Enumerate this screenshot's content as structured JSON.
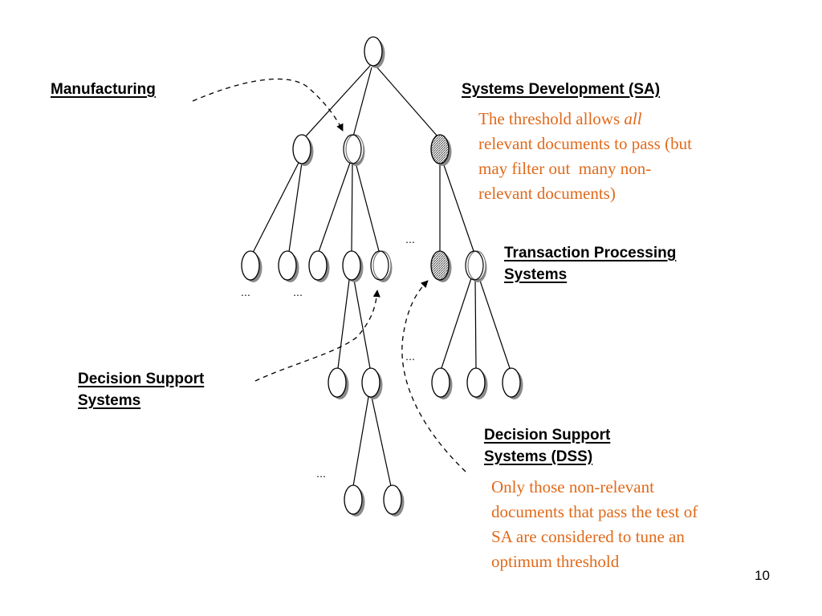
{
  "labels": {
    "manufacturing": "Manufacturing",
    "systems_development": "Systems Development (SA)",
    "transaction_processing_line1": "Transaction Processing",
    "transaction_processing_line2": "Systems",
    "decision_support_line1": "Decision Support",
    "decision_support_line2": "Systems",
    "dss_line1": "Decision Support",
    "dss_line2": "Systems (DSS)"
  },
  "notes": {
    "threshold_prefix": "The threshold allows ",
    "threshold_emphasis": "all",
    "threshold_line2": "relevant documents to pass (but",
    "threshold_line3": "may filter out  many non-",
    "threshold_line4": "relevant documents)",
    "tune_line1": "Only those non-relevant",
    "tune_line2": "documents that pass the test of",
    "tune_line3": "SA are considered to tune an",
    "tune_line4": "optimum threshold"
  },
  "ellipsis": "…",
  "page_number": "10",
  "colors": {
    "note_text": "#e06a1b",
    "node_fill": "#ffffff",
    "node_shadow": "#8a8a8a",
    "node_hatched": "#666666",
    "edge": "#000000"
  }
}
